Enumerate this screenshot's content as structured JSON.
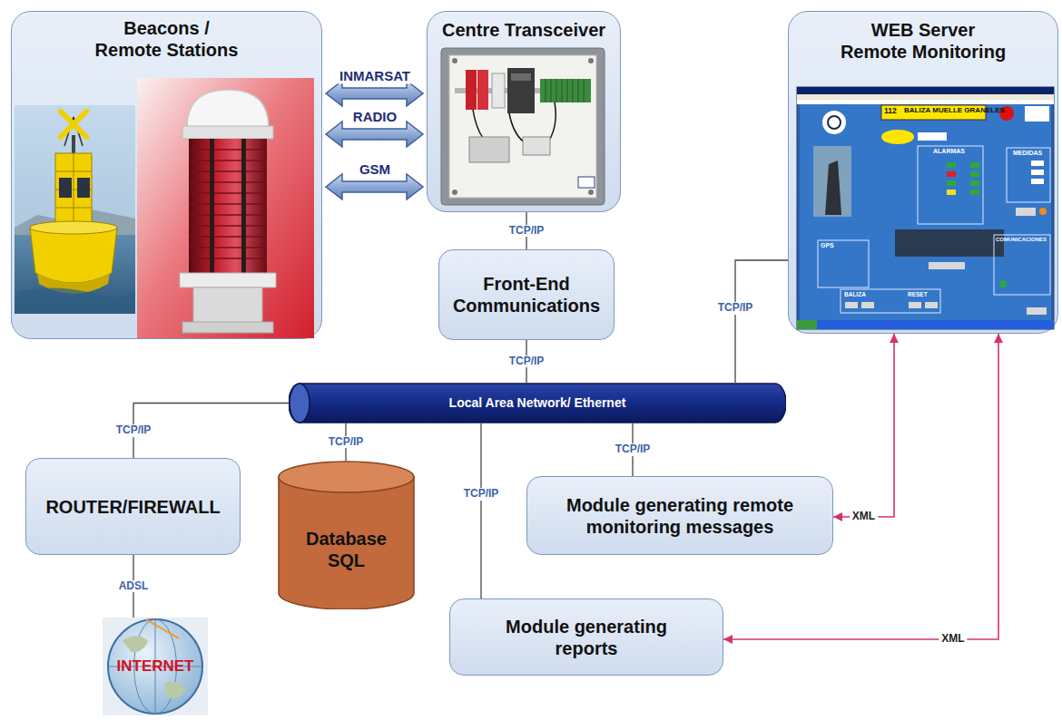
{
  "diagram": {
    "nodes": [
      {
        "text": [
          "Beacons / Remote Stations"
        ]
      },
      {
        "text": [
          "Centre Transceiver"
        ]
      },
      {
        "text": [
          "WEB Server Remote Monitoring"
        ]
      },
      {
        "text": [
          "Front-End Communications"
        ]
      },
      {
        "text": [
          "Local Area Network/ Ethernet"
        ]
      },
      {
        "text": [
          "ROUTER/FIREWALL"
        ]
      },
      {
        "text": [
          "Database SQL"
        ]
      },
      {
        "text": [
          "Module generating remote monitoring messages"
        ]
      },
      {
        "text": [
          "Module generating reports"
        ]
      },
      {
        "text": [
          "INTERNET"
        ]
      }
    ],
    "edges": [
      {
        "from": 0,
        "to": 1,
        "label": "INMARSAT",
        "arrow": "both"
      },
      {
        "from": 0,
        "to": 1,
        "label": "RADIO",
        "arrow": "both"
      },
      {
        "from": 0,
        "to": 1,
        "label": "GSM",
        "arrow": "both"
      },
      {
        "from": 1,
        "to": 3,
        "label": "TCP/IP",
        "arrow": "none"
      },
      {
        "from": 3,
        "to": 4,
        "label": "TCP/IP",
        "arrow": "none"
      },
      {
        "from": 4,
        "to": 2,
        "label": "TCP/IP",
        "arrow": "none"
      },
      {
        "from": 4,
        "to": 5,
        "label": "TCP/IP",
        "arrow": "none"
      },
      {
        "from": 4,
        "to": 6,
        "label": "TCP/IP",
        "arrow": "none"
      },
      {
        "from": 4,
        "to": 8,
        "label": "TCP/IP",
        "arrow": "none"
      },
      {
        "from": 4,
        "to": 7,
        "label": "TCP/IP",
        "arrow": "none"
      },
      {
        "from": 5,
        "to": 9,
        "label": "ADSL",
        "arrow": "none"
      },
      {
        "from": 2,
        "to": 7,
        "label": "XML",
        "arrow": "both"
      },
      {
        "from": 2,
        "to": 8,
        "label": "XML",
        "arrow": "both"
      }
    ],
    "labels": [
      "112",
      "BALIZA MUELLE GRANELES",
      "ALARMAS",
      "MEDIDAS",
      "COMUNICACIONES",
      "GPS",
      "BALIZA",
      "RESET"
    ]
  }
}
